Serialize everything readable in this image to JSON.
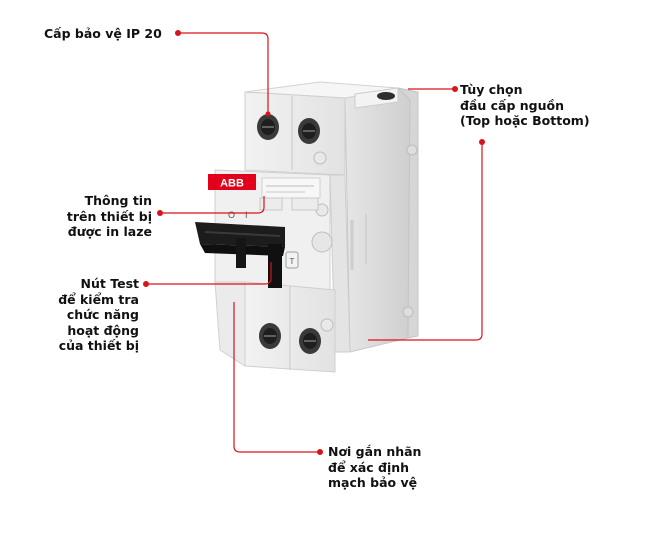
{
  "labels": {
    "protection": "Cấp bảo vệ IP 20",
    "power_option": "Tùy chọn\nđầu cấp nguồn\n(Top hoặc Bottom)",
    "laser_info": "Thông tin\ntrên thiết bị\nđược in laze",
    "test_button": "Nút Test\nđể kiểm tra\nchức năng\nhoạt động\ncủa thiết bị",
    "label_slot": "Nơi gắn nhãn\nđể xác định\nmạch bảo vệ"
  },
  "device": {
    "brand": "ABB",
    "handle_marks": [
      "O",
      "I"
    ],
    "test_marker": "T"
  },
  "colors": {
    "callout": "#d7141b",
    "brand_red": "#e2001a",
    "handle": "#1c1c1c",
    "body": "#eeeeee"
  }
}
